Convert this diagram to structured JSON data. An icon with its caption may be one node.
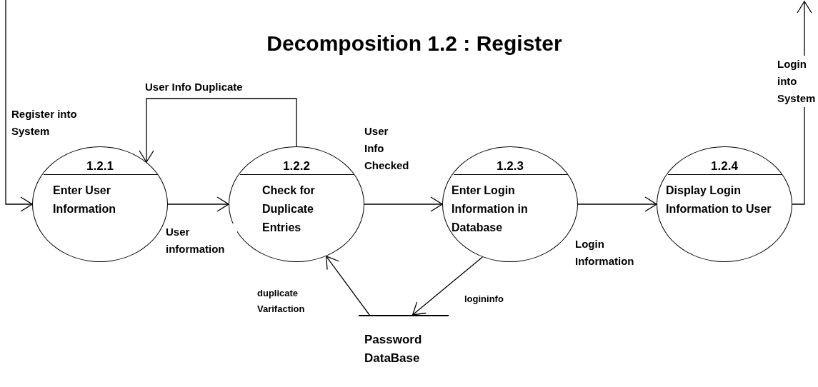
{
  "diagram": {
    "title": "Decomposition 1.2 : Register",
    "nodes": [
      {
        "text": [
          "1.2.1",
          "Enter User Information"
        ]
      },
      {
        "text": [
          "1.2.2",
          "Check for Duplicate Entries"
        ]
      },
      {
        "text": [
          "1.2.3",
          "Enter Login Information in Database"
        ]
      },
      {
        "text": [
          "1.2.4",
          "Display Login Information to User"
        ]
      },
      {
        "text": [
          "Password DataBase"
        ]
      }
    ],
    "edges": [
      {
        "from": null,
        "to": 0,
        "arrow": "to",
        "label": "Register into System"
      },
      {
        "from": 1,
        "to": 0,
        "arrow": "to",
        "label": "User Info Duplicate"
      },
      {
        "from": 0,
        "to": 1,
        "arrow": "to",
        "label": "User information"
      },
      {
        "from": 1,
        "to": 2,
        "arrow": "to",
        "label": "User Info Checked"
      },
      {
        "from": 2,
        "to": 3,
        "arrow": "to",
        "label": "Login Information"
      },
      {
        "from": 3,
        "to": null,
        "arrow": "to",
        "label": "Login into System"
      },
      {
        "from": 4,
        "to": 1,
        "arrow": "to",
        "label": "duplicate Varifaction"
      },
      {
        "from": 2,
        "to": 4,
        "arrow": "to",
        "label": "logininfo"
      }
    ]
  }
}
